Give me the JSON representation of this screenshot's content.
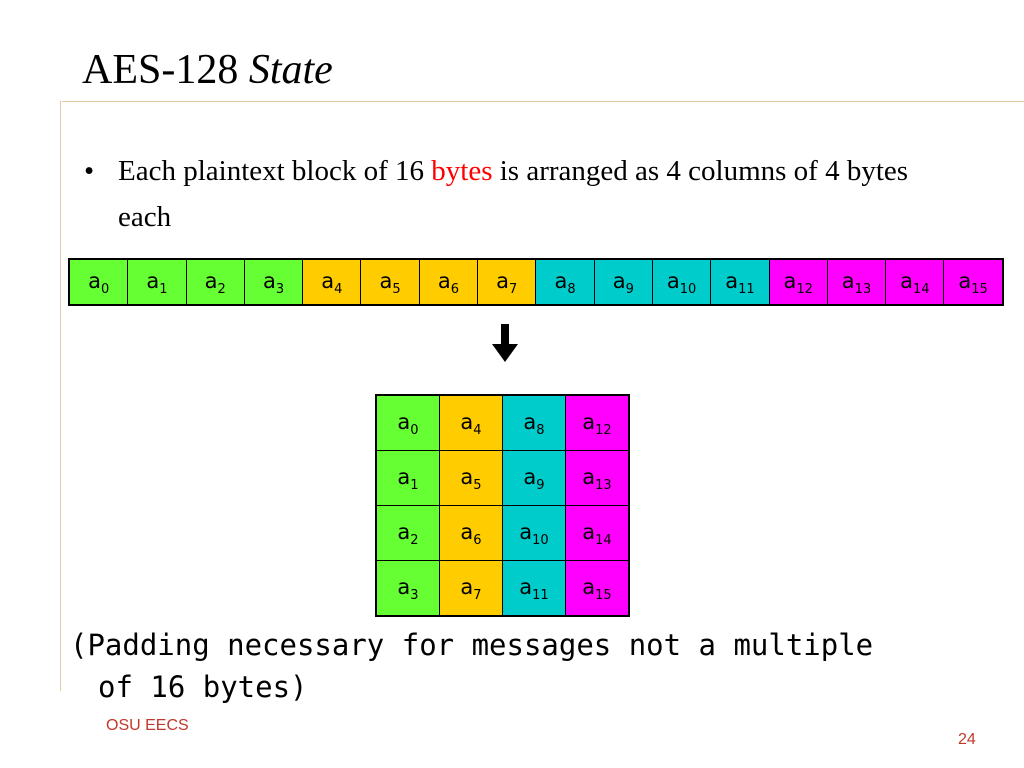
{
  "slide": {
    "title_main": "AES-128 ",
    "title_italic": "State",
    "bullet_symbol": "•",
    "bullet_part1": "Each plaintext block of 16 ",
    "bullet_highlight": "bytes",
    "bullet_part2": " is arranged as 4 columns of 4 bytes each",
    "note_line1": "(Padding necessary for messages not a multiple",
    "note_line2": "of 16 bytes)",
    "footer_left": "OSU EECS",
    "page_number": "24"
  },
  "colors": {
    "group0": "#66ff33",
    "group1": "#ffcc00",
    "group2": "#00cccc",
    "group3": "#ff00ff",
    "highlight": "#ff0000",
    "footer": "#c0392b"
  },
  "strip": [
    {
      "base": "a",
      "sub": "0"
    },
    {
      "base": "a",
      "sub": "1"
    },
    {
      "base": "a",
      "sub": "2"
    },
    {
      "base": "a",
      "sub": "3"
    },
    {
      "base": "a",
      "sub": "4"
    },
    {
      "base": "a",
      "sub": "5"
    },
    {
      "base": "a",
      "sub": "6"
    },
    {
      "base": "a",
      "sub": "7"
    },
    {
      "base": "a",
      "sub": "8"
    },
    {
      "base": "a",
      "sub": "9"
    },
    {
      "base": "a",
      "sub": "10"
    },
    {
      "base": "a",
      "sub": "11"
    },
    {
      "base": "a",
      "sub": "12"
    },
    {
      "base": "a",
      "sub": "13"
    },
    {
      "base": "a",
      "sub": "14"
    },
    {
      "base": "a",
      "sub": "15"
    }
  ],
  "grid": [
    [
      {
        "base": "a",
        "sub": "0"
      },
      {
        "base": "a",
        "sub": "4"
      },
      {
        "base": "a",
        "sub": "8"
      },
      {
        "base": "a",
        "sub": "12"
      }
    ],
    [
      {
        "base": "a",
        "sub": "1"
      },
      {
        "base": "a",
        "sub": "5"
      },
      {
        "base": "a",
        "sub": "9"
      },
      {
        "base": "a",
        "sub": "13"
      }
    ],
    [
      {
        "base": "a",
        "sub": "2"
      },
      {
        "base": "a",
        "sub": "6"
      },
      {
        "base": "a",
        "sub": "10"
      },
      {
        "base": "a",
        "sub": "14"
      }
    ],
    [
      {
        "base": "a",
        "sub": "3"
      },
      {
        "base": "a",
        "sub": "7"
      },
      {
        "base": "a",
        "sub": "11"
      },
      {
        "base": "a",
        "sub": "15"
      }
    ]
  ]
}
